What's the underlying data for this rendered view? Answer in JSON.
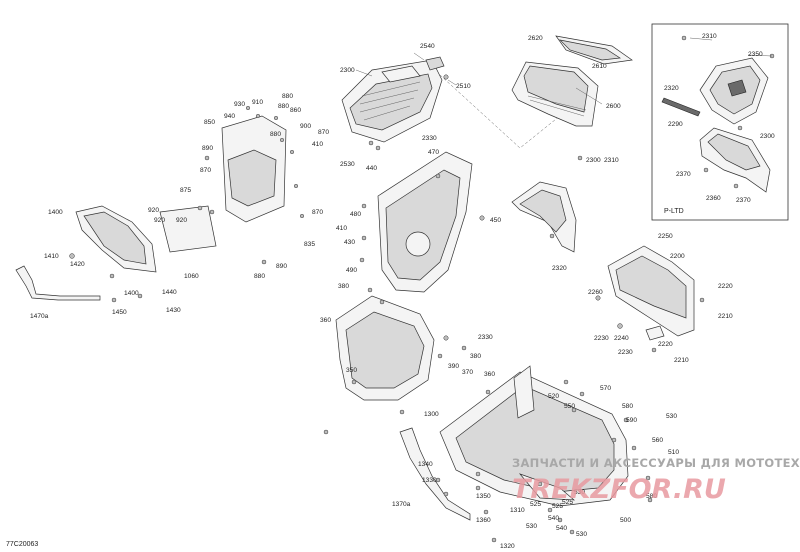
{
  "diagram": {
    "drawing_code": "77C20063",
    "inset_title": "P-LTD",
    "watermark_line1": "ЗАПЧАСТИ И АКСЕССУАРЫ ДЛЯ МОТОТЕХНИКИ",
    "watermark_line2": "TREKZFOR.RU",
    "colors": {
      "line": "#333333",
      "fill": "#f4f4f4",
      "watermark_red": "#e89aa0",
      "watermark_gray": "#a8a8a8"
    },
    "callouts": [
      "2540",
      "2300",
      "2510",
      "2620",
      "2610",
      "2600",
      "2310",
      "2350",
      "2320",
      "2290",
      "2300",
      "2370",
      "2360",
      "2370",
      "930",
      "910",
      "880",
      "940",
      "880",
      "860",
      "850",
      "900",
      "880",
      "870",
      "890",
      "410",
      "2530",
      "2330",
      "440",
      "470",
      "875",
      "870",
      "920",
      "920",
      "920",
      "1400",
      "1060",
      "835",
      "870",
      "880",
      "890",
      "410",
      "480",
      "450",
      "430",
      "490",
      "1410",
      "1420",
      "1400",
      "1440",
      "1450",
      "1430",
      "1470a",
      "380",
      "360",
      "2330",
      "390",
      "370",
      "380",
      "360",
      "350",
      "2300",
      "2310",
      "2320",
      "2250",
      "2200",
      "2260",
      "2220",
      "2210",
      "2230",
      "2240",
      "2220",
      "2210",
      "2230",
      "1300",
      "1340",
      "1330",
      "1370a",
      "1350",
      "1360",
      "1310",
      "1320",
      "520",
      "570",
      "580",
      "550",
      "590",
      "510",
      "530",
      "560",
      "580",
      "500",
      "525",
      "530",
      "540",
      "540",
      "525",
      "525",
      "530",
      "530"
    ]
  }
}
